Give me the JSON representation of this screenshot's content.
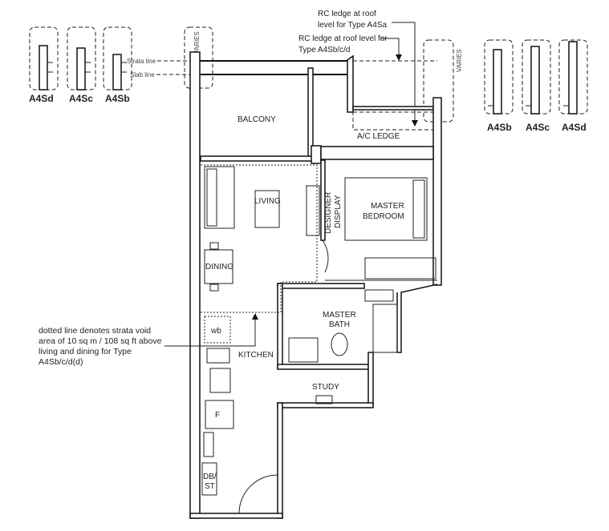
{
  "type_labels_left": [
    "A4Sd",
    "A4Sc",
    "A4Sb"
  ],
  "type_labels_right": [
    "A4Sb",
    "A4Sc",
    "A4Sd"
  ],
  "annotations": {
    "strata_line": "Strata line",
    "slab_line": "Slab line",
    "varies": "VARIES",
    "rc_ledge_a4sa": [
      "RC ledge at roof",
      "level for Type A4Sa"
    ],
    "rc_ledge_a4sbcd": [
      "RC ledge at roof level for",
      "Type A4Sb/c/d"
    ],
    "strata_void_note": [
      "dotted line denotes strata void",
      "area of 10 sq m / 108 sq ft above",
      "living and dining for Type",
      "A4Sb/c/d(d)"
    ]
  },
  "rooms": {
    "balcony": "BALCONY",
    "ac_ledge": "A/C LEDGE",
    "living": "LIVING",
    "designer_display": [
      "DESIGNER",
      "DISPLAY"
    ],
    "master_bedroom": [
      "MASTER",
      "BEDROOM"
    ],
    "dining": "DINING",
    "master_bath": [
      "MASTER",
      "BATH"
    ],
    "kitchen": "KITCHEN",
    "washer": "wb",
    "study": "STUDY",
    "fridge": "F",
    "db_st": [
      "DB/",
      "ST"
    ]
  }
}
